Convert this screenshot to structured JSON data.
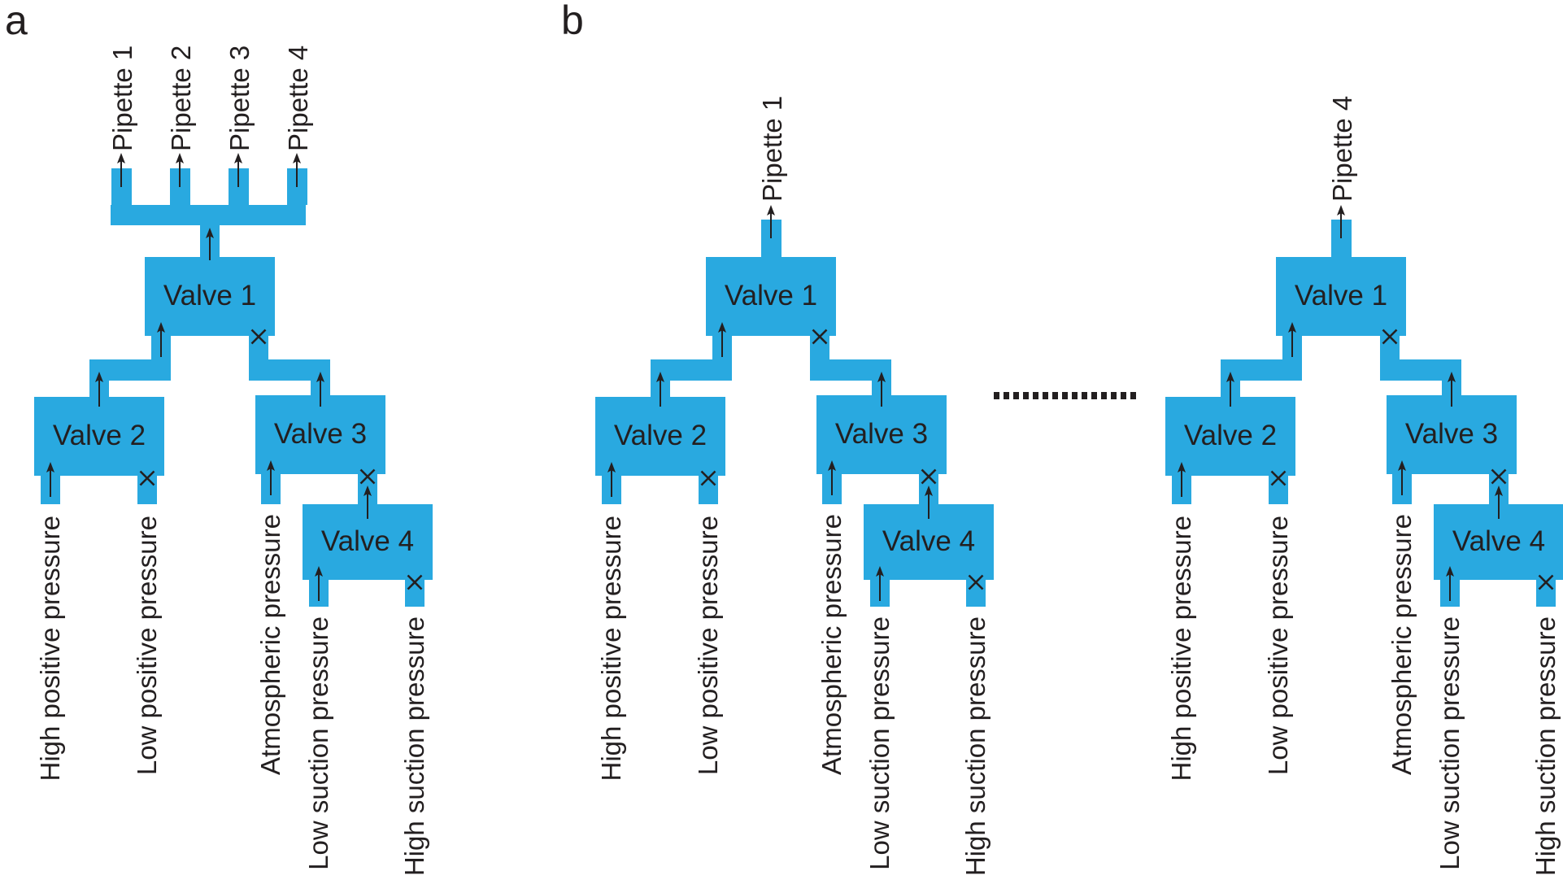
{
  "colors": {
    "pipe_blue": "#29A9E0",
    "ink": "#231F20",
    "background": "#FFFFFF"
  },
  "panel_a": {
    "label": "a",
    "pipettes": [
      "Pipette 1",
      "Pipette 2",
      "Pipette 3",
      "Pipette 4"
    ]
  },
  "panel_b": {
    "label": "b",
    "separator": "dotted-line",
    "trees": [
      {
        "pipette": "Pipette 1"
      },
      {
        "pipette": "Pipette 4"
      }
    ]
  },
  "tree": {
    "valve1": {
      "label": "Valve 1",
      "left_port": "open-arrow-up",
      "right_port": "closed-x"
    },
    "valve2": {
      "label": "Valve 2",
      "top_port": "open-arrow-up",
      "left": {
        "label": "High positive pressure",
        "port": "open-arrow-up"
      },
      "right": {
        "label": "Low positive pressure",
        "port": "closed-x"
      }
    },
    "valve3": {
      "label": "Valve 3",
      "top_port": "open-arrow-up",
      "left": {
        "label": "Atmospheric pressure",
        "port": "open-arrow-up"
      },
      "right": {
        "port": "closed-x"
      }
    },
    "valve4": {
      "label": "Valve 4",
      "top_port": "open-arrow-up",
      "left": {
        "label": "Low suction pressure",
        "port": "open-arrow-up"
      },
      "right": {
        "label": "High suction pressure",
        "port": "closed-x"
      }
    }
  }
}
